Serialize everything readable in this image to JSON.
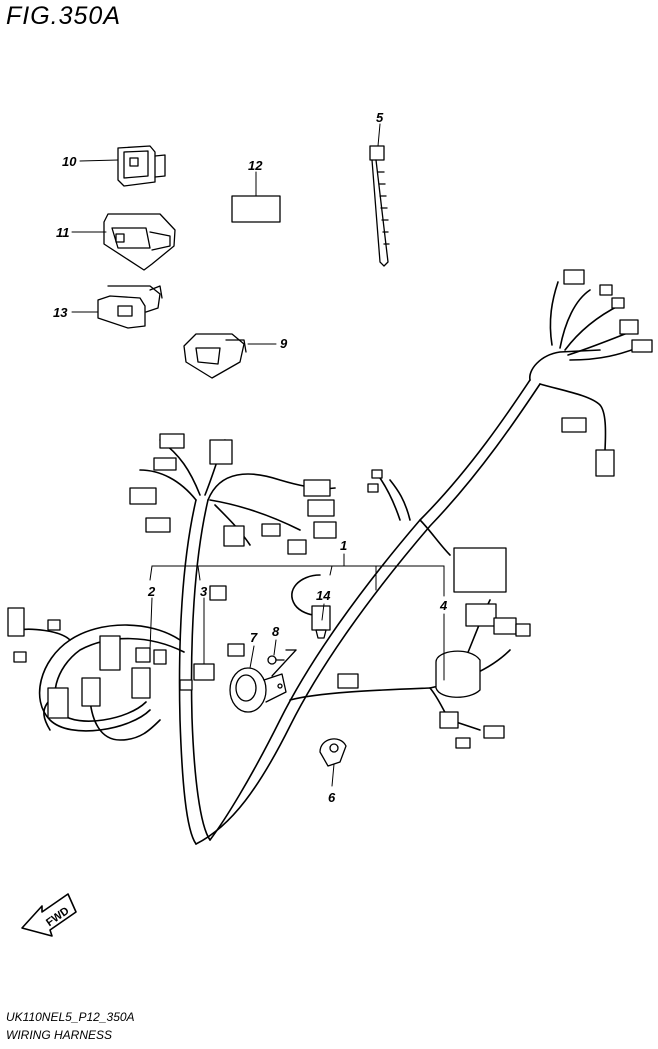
{
  "figure": {
    "title": "FIG.350A"
  },
  "footer": {
    "code": "UK110NEL5_P12_350A",
    "caption": "WIRING HARNESS"
  },
  "direction_badge": {
    "text": "FWD"
  },
  "parts": [
    {
      "id": "p1",
      "number": "1"
    },
    {
      "id": "p2",
      "number": "2"
    },
    {
      "id": "p3",
      "number": "3"
    },
    {
      "id": "p4",
      "number": "4"
    },
    {
      "id": "p5",
      "number": "5"
    },
    {
      "id": "p6",
      "number": "6"
    },
    {
      "id": "p7",
      "number": "7"
    },
    {
      "id": "p8",
      "number": "8"
    },
    {
      "id": "p9",
      "number": "9"
    },
    {
      "id": "p10",
      "number": "10"
    },
    {
      "id": "p11",
      "number": "11"
    },
    {
      "id": "p12",
      "number": "12"
    },
    {
      "id": "p13",
      "number": "13"
    },
    {
      "id": "p14",
      "number": "14"
    }
  ]
}
